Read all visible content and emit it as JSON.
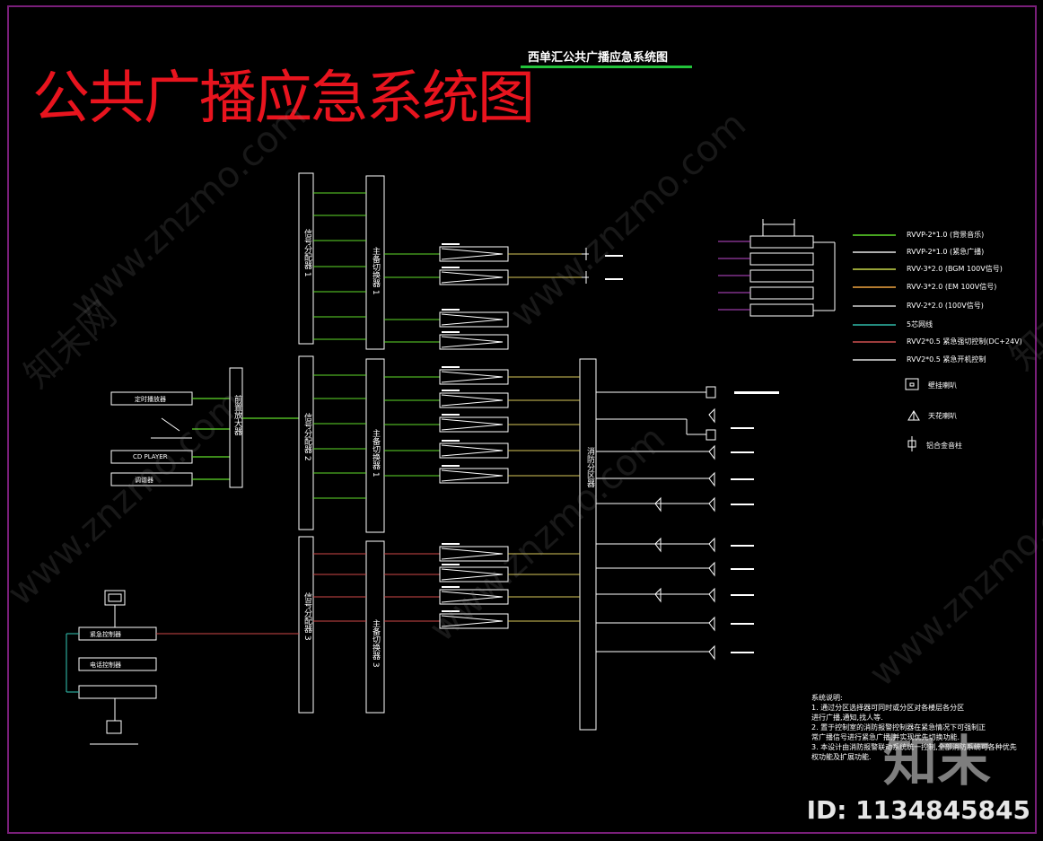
{
  "title": "公共广播应急系统图",
  "subtitle": "西单汇公共广播应急系统图",
  "sources": {
    "timer": "定时播放器",
    "cd": "CD PLAYER",
    "tuner": "调谐器"
  },
  "pre_amp_label": "前置放大器",
  "signal_distributors": [
    "信号分配器 1",
    "信号分配器 2",
    "信号分配器 3"
  ],
  "power_amps": [
    "主备切换器 1",
    "主备切换器 1",
    "主备切换器 3"
  ],
  "zone_label": "消防分区器",
  "emergency": {
    "controller": "紧急控制器",
    "fire_link": "电话控制器"
  },
  "legend": [
    {
      "text": "RVVP-2*1.0 (背景音乐)",
      "color": "#5fdc2a"
    },
    {
      "text": "RVVP-2*1.0 (紧急广播)",
      "color": "#e8e8e8"
    },
    {
      "text": "RVV-3*2.0 (BGM 100V信号)",
      "color": "#c9d94a"
    },
    {
      "text": "RVV-3*2.0 (EM 100V信号)",
      "color": "#f0a640"
    },
    {
      "text": "RVV-2*2.0 (100V信号)",
      "color": "#d0d0d0"
    },
    {
      "text": "5芯网线",
      "color": "#2fb8a8"
    },
    {
      "text": "RVV2*0.5 紧急强切控制(DC+24V)",
      "color": "#d05050"
    },
    {
      "text": "RVV2*0.5 紧急开机控制",
      "color": "#e0e0e0"
    }
  ],
  "symbols": [
    {
      "text": "壁挂喇叭",
      "icon": "wall-speaker-icon"
    },
    {
      "text": "天花喇叭",
      "icon": "ceiling-speaker-icon"
    },
    {
      "text": "铝合金音柱",
      "icon": "column-speaker-icon"
    }
  ],
  "notes": {
    "heading": "系统说明:",
    "lines": [
      "1.  通过分区选择器可同时或分区对各楼层各分区",
      "    进行广播,通知,找人等.",
      "2.  置于控制室的消防报警控制器在紧急情况下可强制正",
      "    常广播信号进行紧急广播,并实现优先切换功能.",
      "3.  本设计由消防报警联动系统统一控制,全部消防系统可各种优先",
      "    权功能及扩展功能."
    ]
  },
  "watermark": {
    "site": "www.znzmo.com",
    "brand": "知末网",
    "logo": "知末",
    "id": "ID: 1134845845"
  },
  "colors": {
    "title_red": "#e8141e",
    "frame": "#7a1f7a",
    "green": "#5fdc2a",
    "yellow": "#d9c85a",
    "red": "#d04848",
    "cyan": "#2fb8a8"
  }
}
